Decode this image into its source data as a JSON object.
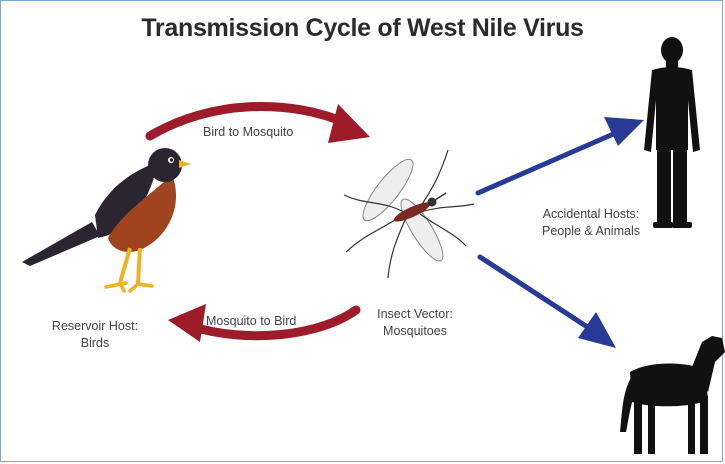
{
  "title": "Transmission Cycle of West Nile Virus",
  "labels": {
    "bird_to_mosquito": "Bird to Mosquito",
    "mosquito_to_bird": "Mosquito to Bird",
    "reservoir_line1": "Reservoir Host:",
    "reservoir_line2": "Birds",
    "vector_line1": "Insect Vector:",
    "vector_line2": "Mosquitoes",
    "accidental_line1": "Accidental Hosts:",
    "accidental_line2": "People & Animals"
  },
  "colors": {
    "red_arrow": "#9e1b2a",
    "blue_arrow": "#263a96",
    "bird_body": "#2a2530",
    "bird_breast": "#a0431f",
    "bird_beak": "#f0b21e",
    "silhouette": "#111111",
    "frame": "#7aa9d8"
  },
  "icons": [
    "bird-icon",
    "mosquito-icon",
    "person-silhouette-icon",
    "horse-silhouette-icon"
  ]
}
